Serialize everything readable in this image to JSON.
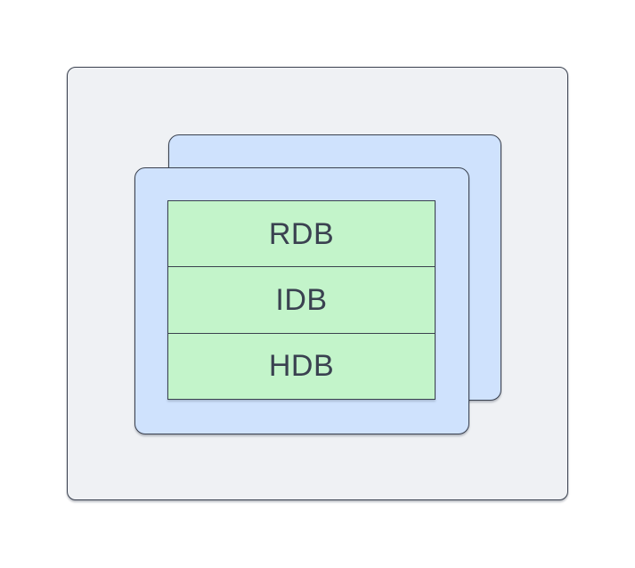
{
  "diagram": {
    "kind": "layered-block-diagram",
    "layers": {
      "outer_container": "outer frame",
      "back_card": "background layer card",
      "front_card": "foreground layer card"
    },
    "rows": [
      {
        "label": "RDB"
      },
      {
        "label": "IDB"
      },
      {
        "label": "HDB"
      }
    ],
    "colors": {
      "page_background": "#ffffff",
      "outer_fill": "#eff1f4",
      "card_fill": "#cfe2fd",
      "row_fill": "#c3f4ca",
      "border": "#39404e",
      "text": "#3a4150"
    }
  }
}
